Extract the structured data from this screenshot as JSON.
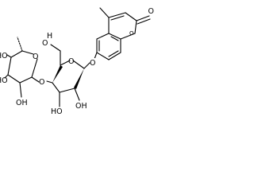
{
  "structure": {
    "labels": {
      "methyl_abbr": "",
      "carbonyl_o": "O",
      "ring_o_chromene": "O",
      "glycosidic_o_aryl": "O",
      "ch2oh_o": "O",
      "ch2oh_h": "H",
      "gal_ring_o": "O",
      "gal_oh3": "OH",
      "gal_ho2": "HO",
      "gal_oh4_link": "O",
      "fuc_ring_o": "O",
      "fuc_ho3": "HO",
      "fuc_ho4": "HO",
      "fuc_oh2": "OH",
      "fuc_o_link": "O"
    }
  }
}
